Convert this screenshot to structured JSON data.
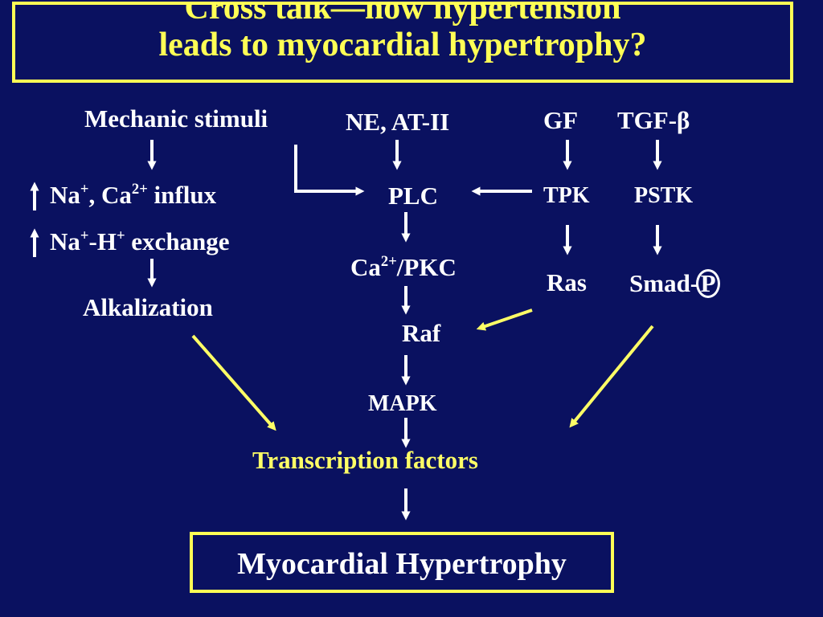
{
  "title": {
    "line1": "Cross talk—how hypertension",
    "line2": "leads to myocardial hypertrophy?"
  },
  "nodes": {
    "mechanic_stimuli": "Mechanic stimuli",
    "ne_at": "NE, AT-II",
    "gf": "GF",
    "tgf": "TGF-β",
    "na_ca_influx": {
      "a": "Na",
      "b": ", Ca",
      "c": " influx",
      "sup1": "+",
      "sup2": "2+"
    },
    "na_h_exchange": {
      "a": "Na",
      "b": "-H",
      "c": " exchange",
      "sup1": "+",
      "sup2": "+"
    },
    "alkalization": "Alkalization",
    "plc": "PLC",
    "ca_pkc": {
      "a": "Ca",
      "sup": "2+",
      "b": "/PKC"
    },
    "raf": "Raf",
    "mapk": "MAPK",
    "tpk": "TPK",
    "pstk": "PSTK",
    "ras": "Ras",
    "smad": "Smad-",
    "smad_p": "P",
    "transcription_factors": "Transcription factors",
    "result": "Myocardial Hypertrophy"
  },
  "colors": {
    "background": "#0a1160",
    "accent": "#ffff55",
    "text": "#ffffff"
  }
}
